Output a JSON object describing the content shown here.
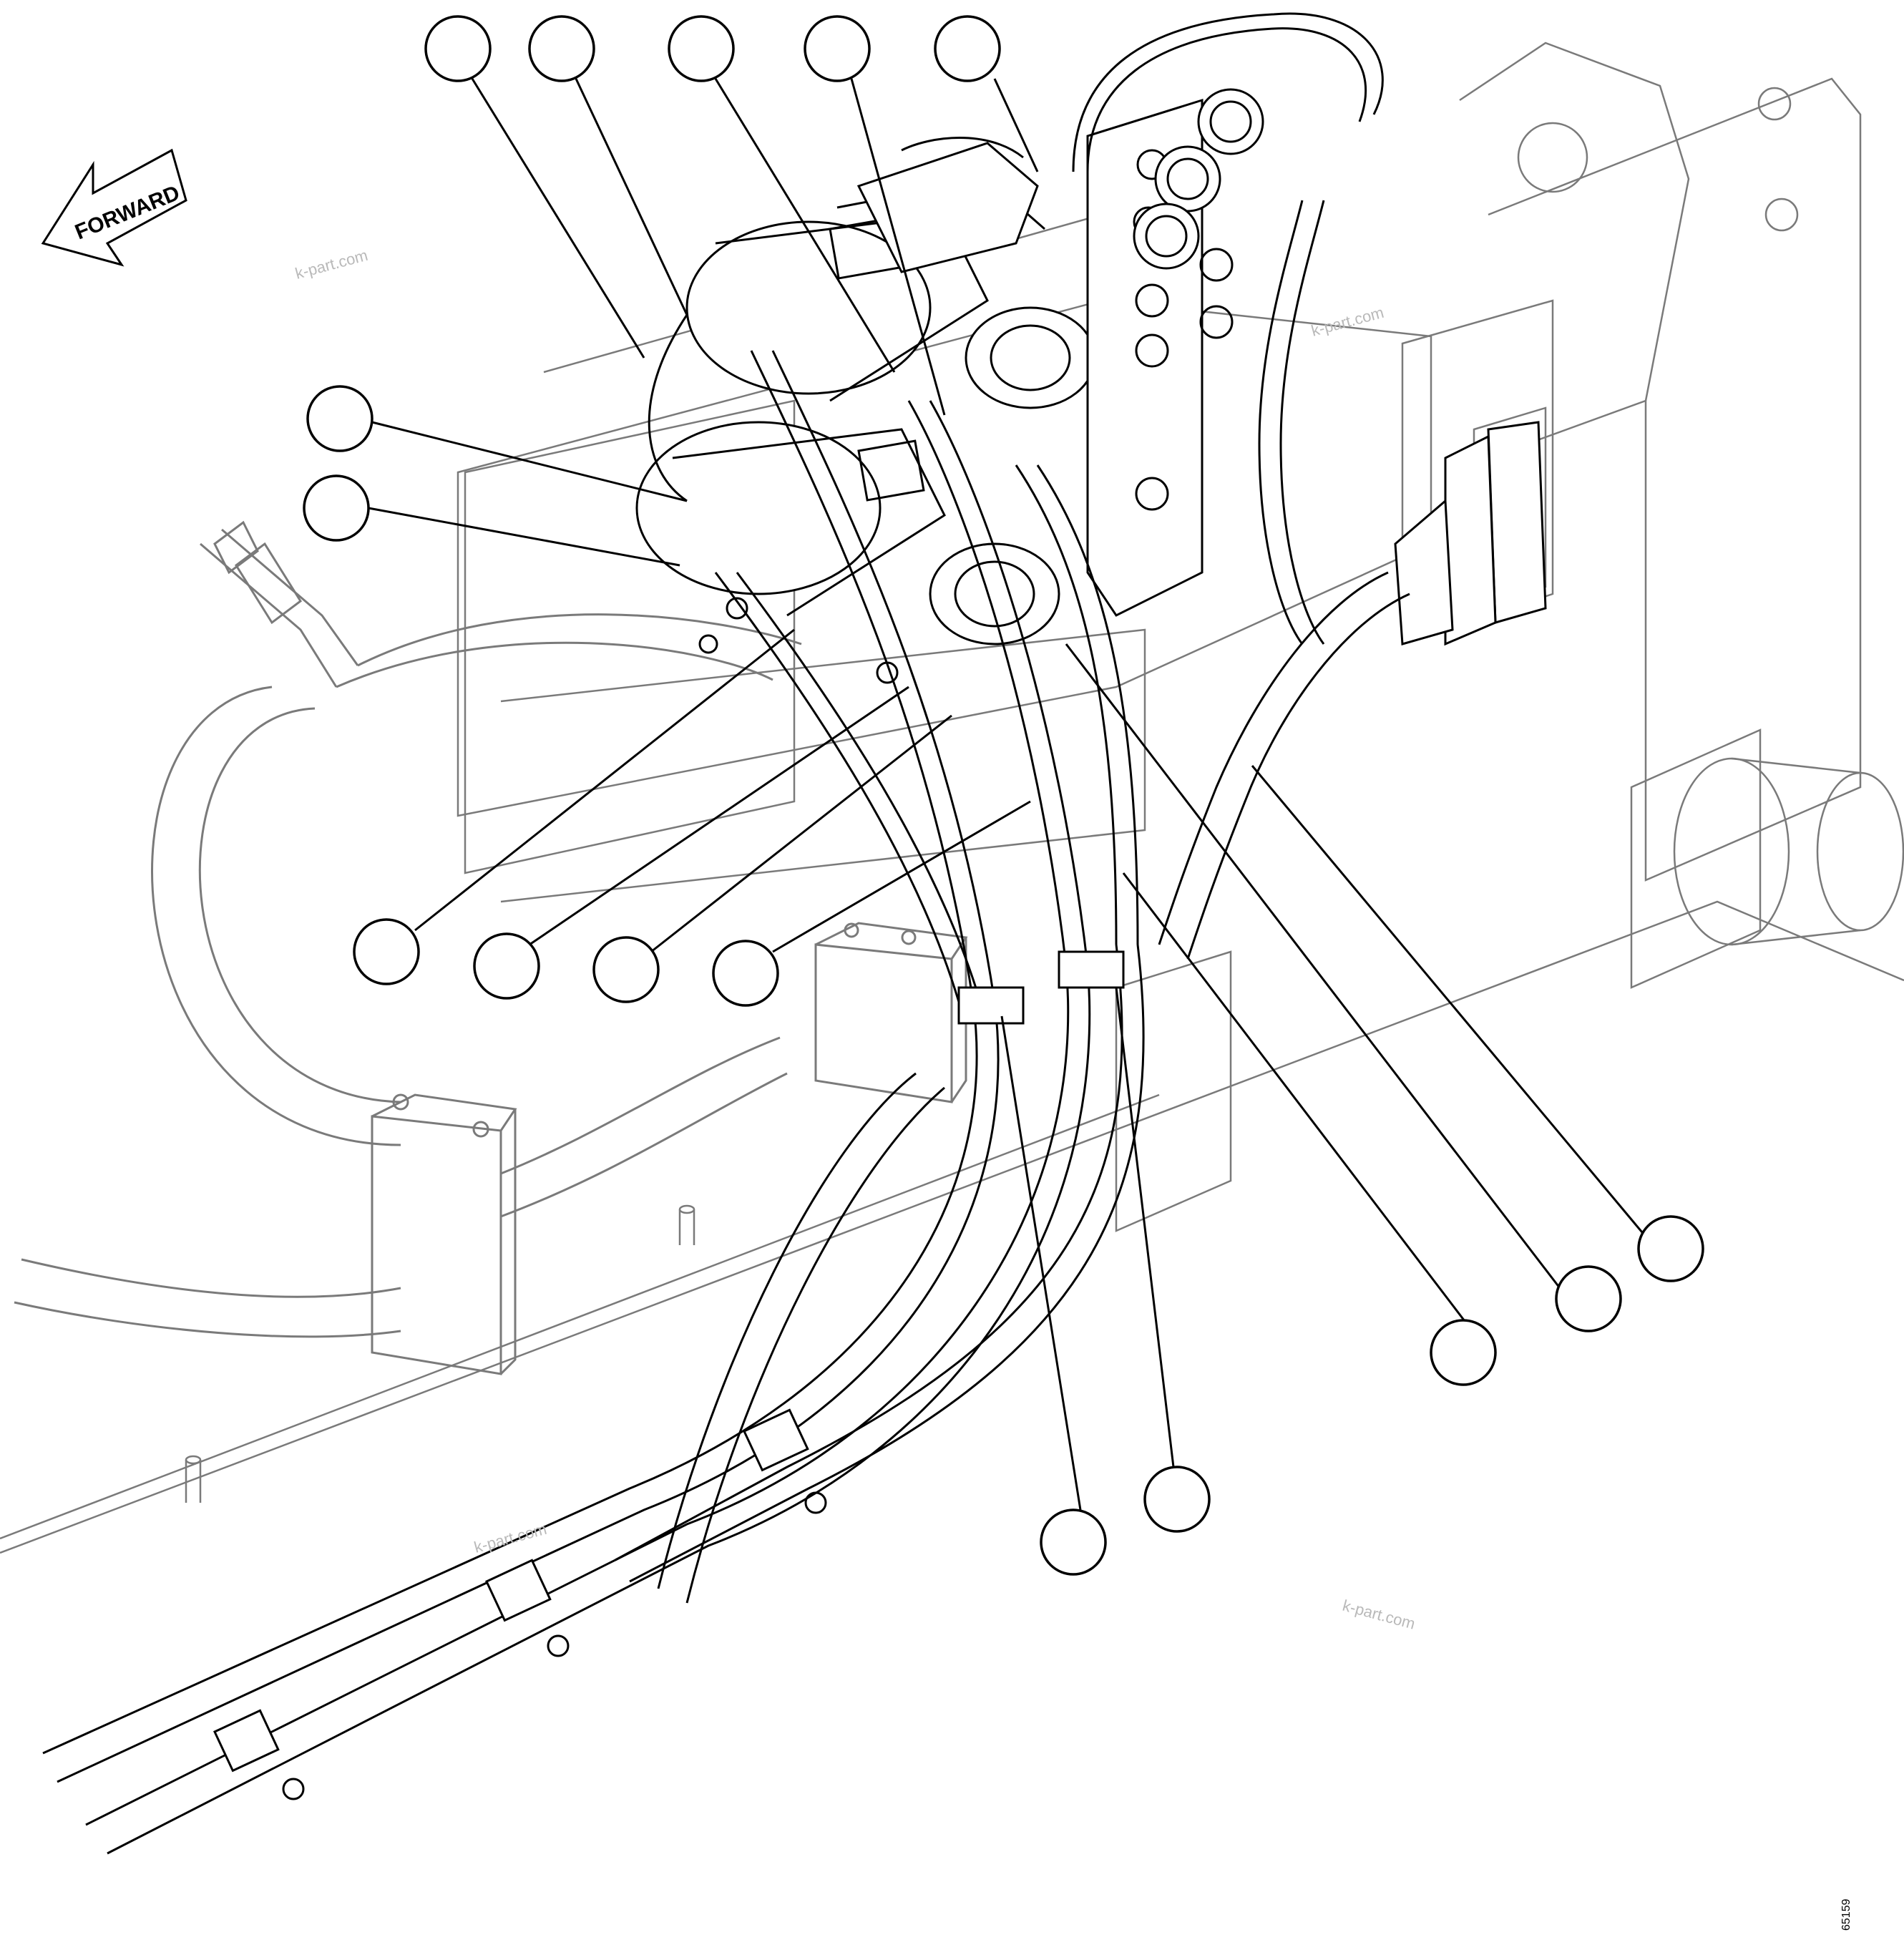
{
  "forward_label": "FORWARD",
  "watermark": "k-part.com",
  "figure_number": "65159"
}
